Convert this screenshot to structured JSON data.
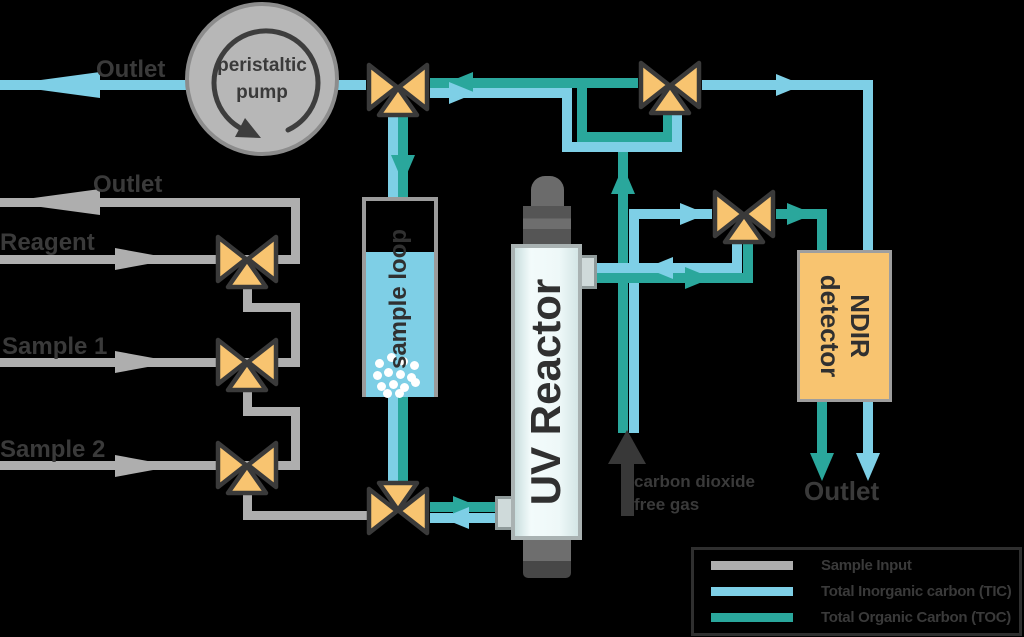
{
  "palette": {
    "background": "#000000",
    "sample_gray": "#aeaeae",
    "tic_blue": "#7ecfe6",
    "toc_teal": "#2aa79c",
    "valve_fill": "#f8c470",
    "valve_stroke": "#3a3a3a",
    "text_dark": "#3a3a3a",
    "pump_fill": "#b7b7b7",
    "pump_stroke": "#8c8c8c",
    "pump_arrow": "#3d3d3d",
    "ndir_fill": "#f8c470",
    "ndir_stroke": "#9e9e9e",
    "reactor_frame": "#a9b2b2",
    "cap_dark": "#606060",
    "gas_black": "#383838",
    "loop_border": "#9b9b9b",
    "legend_border": "#2f2f2f",
    "bubble_white": "#ffffff"
  },
  "labels": {
    "outlet_top": "Outlet",
    "outlet_waste": "Outlet",
    "reagent": "Reagent",
    "sample1": "Sample 1",
    "sample2": "Sample 2",
    "sample_loop": "sample loop",
    "uv_reactor": "UV Reactor",
    "outlet_bottom": "Outlet"
  },
  "pump": {
    "line1": "peristaltic",
    "line2": "pump"
  },
  "ndir": {
    "line1": "NDIR",
    "line2": "detector"
  },
  "gas": {
    "line1": "carbon dioxide",
    "line2": "free gas"
  },
  "legend": {
    "items": [
      {
        "label": "Sample Input",
        "color": "#aeaeae"
      },
      {
        "label": "Total Inorganic carbon (TIC)",
        "color": "#7ecfe6"
      },
      {
        "label": "Total Organic Carbon (TOC)",
        "color": "#2aa79c"
      }
    ]
  }
}
